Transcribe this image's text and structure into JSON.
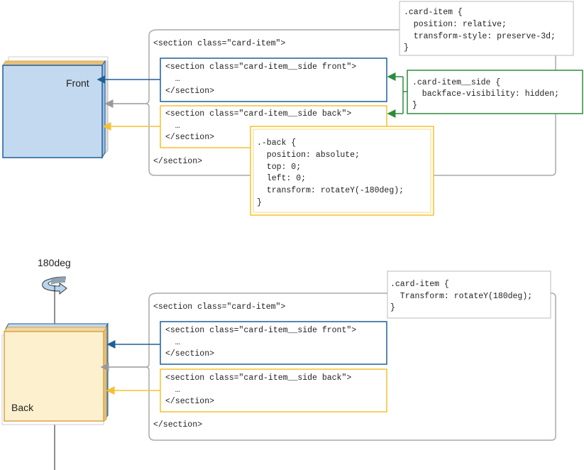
{
  "colors": {
    "blue": "#1f5f99",
    "yellow": "#f5c12e",
    "green": "#2e8b3e",
    "gray": "#aaaaaa",
    "front_fill": "#c3d9ef",
    "back_fill": "#fdf0cf",
    "orange": "#d9a441"
  },
  "top": {
    "front_label": "Front",
    "outer_open": "<section class=\"card-item\">",
    "outer_close": "</section>",
    "front_lines": [
      "<section class=\"card-item__side front\">",
      "  …",
      "</section>"
    ],
    "back_lines": [
      "<section class=\"card-item__side back\">",
      "  …",
      "</section>"
    ],
    "card_item_css": [
      ".card-item {",
      "  position: relative;",
      "  transform-style: preserve-3d;",
      "}"
    ],
    "side_css": [
      ".card-item__side {",
      "  backface-visibility: hidden;",
      "}"
    ],
    "back_css": [
      ".-back {",
      "  position: absolute;",
      "  top: 0;",
      "  left: 0;",
      "  transform: rotateY(-180deg);",
      "}"
    ]
  },
  "bottom": {
    "rotation_label": "180deg",
    "rotation_icon": "rotate-arrow-icon",
    "back_label": "Back",
    "outer_open": "<section class=\"card-item\">",
    "outer_close": "</section>",
    "front_lines": [
      "<section class=\"card-item__side front\">",
      "  …",
      "</section>"
    ],
    "back_lines": [
      "<section class=\"card-item__side back\">",
      "  …",
      "</section>"
    ],
    "card_item_css": [
      ".card-item {",
      "  Transform: rotateY(180deg);",
      "}"
    ]
  }
}
